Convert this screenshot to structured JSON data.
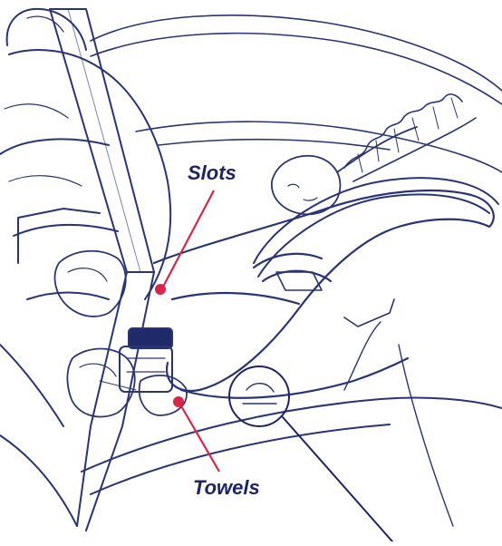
{
  "labels": {
    "slots": "Slots",
    "towels": "Towels"
  },
  "colors": {
    "ink": "#2a3474",
    "pointer": "#d9254a",
    "label": "#1d2366"
  },
  "illustration": "rear-facing-infant-car-seat-with-seat-belt"
}
